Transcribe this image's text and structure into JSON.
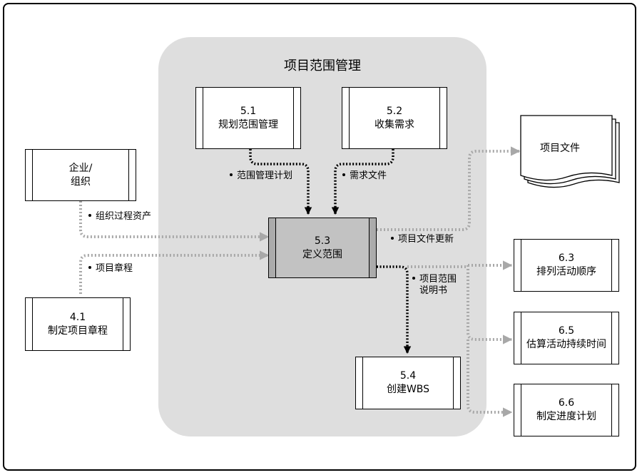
{
  "title": "项目范围管理",
  "nodes": {
    "n51": {
      "num": "5.1",
      "label": "规划范围管理"
    },
    "n52": {
      "num": "5.2",
      "label": "收集需求"
    },
    "n53": {
      "num": "5.3",
      "label": "定义范围"
    },
    "n54": {
      "num": "5.4",
      "label": "创建WBS"
    },
    "n41": {
      "num": "4.1",
      "label": "制定项目章程"
    },
    "n63": {
      "num": "6.3",
      "label": "排列活动顺序"
    },
    "n65": {
      "num": "6.5",
      "label": "估算活动持续时间"
    },
    "n66": {
      "num": "6.6",
      "label": "制定进度计划"
    },
    "enterprise": {
      "line1": "企业/",
      "line2": "组织"
    },
    "project_docs": {
      "label": "项目文件"
    }
  },
  "edges": {
    "scope_mgmt_plan": "范围管理计划",
    "requirements_docs": "需求文件",
    "org_process_assets": "组织过程资产",
    "project_charter": "项目章程",
    "project_docs_updates": "项目文件更新",
    "scope_statement_line1": "项目范围",
    "scope_statement_line2": "说明书"
  },
  "colors": {
    "panel": "#dedede",
    "dark_box": "#c2c2c2",
    "gray_arrow": "#a8a8a8",
    "black_arrow": "#000000"
  }
}
